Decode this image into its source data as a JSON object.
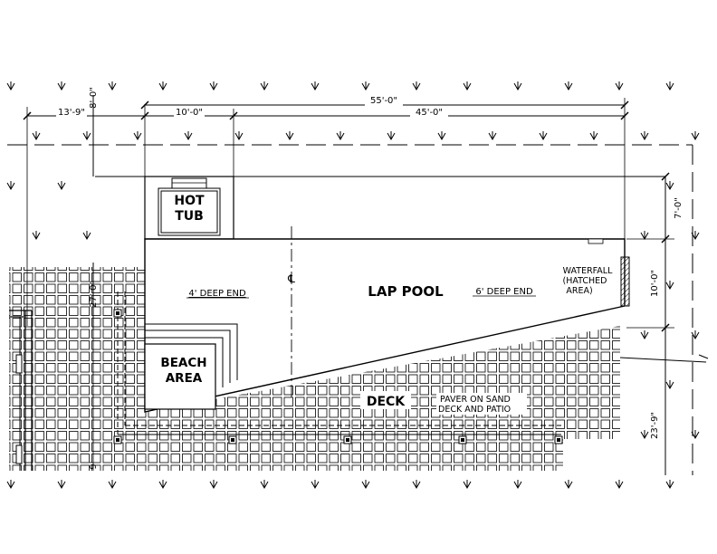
{
  "dimensions": {
    "overall_width": "55'-0\"",
    "hot_tub_width": "10'-0\"",
    "pool_width": "45'-0\"",
    "left_offset": "13'-9\"",
    "top_offset": "8'-0\"",
    "right_top": "7'-0\"",
    "right_pool": "10'-0\"",
    "left_depth": "27'-0\"",
    "right_bottom": "23'-9\"",
    "bottom_left": "9'"
  },
  "labels": {
    "hot_tub_line1": "HOT",
    "hot_tub_line2": "TUB",
    "beach_line1": "BEACH",
    "beach_line2": "AREA",
    "pool": "LAP POOL",
    "shallow_end": "4' DEEP END",
    "deep_end": "6' DEEP END",
    "centerline": "℄",
    "waterfall_line1": "WATERFALL",
    "waterfall_line2": "(HATCHED",
    "waterfall_line3": "AREA)",
    "deck": "DECK",
    "paver_line1": "PAVER ON SAND",
    "paver_line2": "DECK AND PATIO"
  }
}
